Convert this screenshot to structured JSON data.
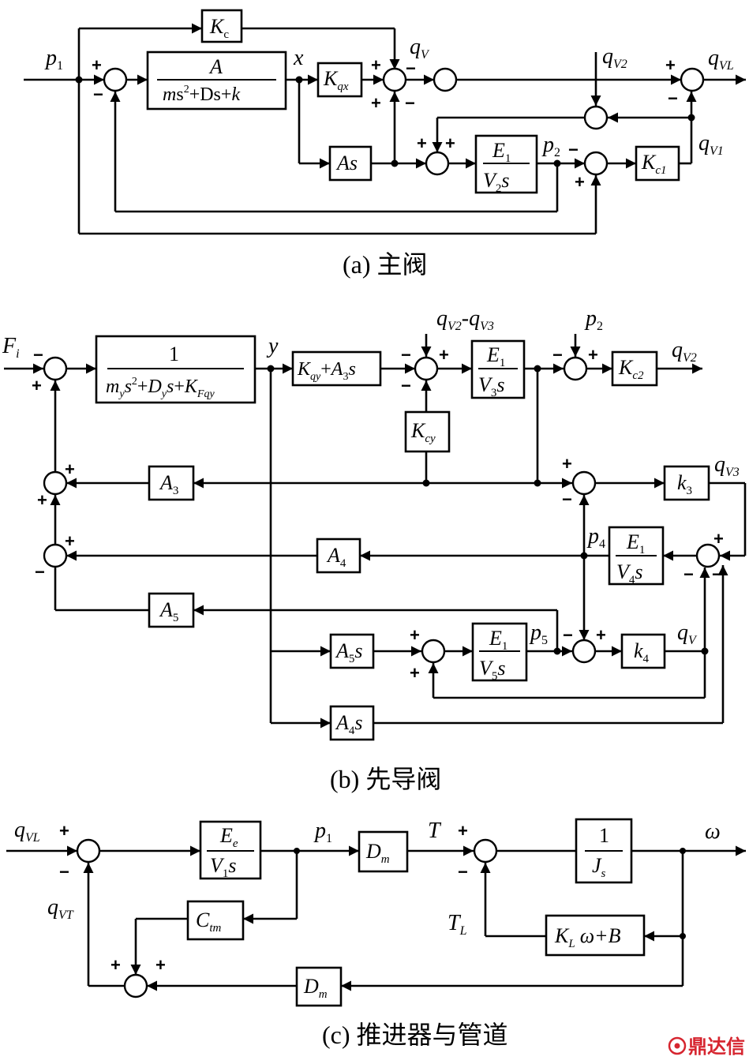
{
  "captions": {
    "a": "(a) 主阀",
    "b": "(b) 先导阀",
    "c": "(c) 推进器与管道"
  },
  "watermark": {
    "text": "鼎达信",
    "color": "#d6252f"
  },
  "diagram_a": {
    "signals": {
      "p1": {
        "base": "p",
        "sub": "1"
      },
      "x": {
        "base": "x"
      },
      "qV": {
        "base": "q",
        "sub": "V"
      },
      "qV2": {
        "base": "q",
        "sub": "V2"
      },
      "qVL": {
        "base": "q",
        "sub": "VL"
      },
      "qV1": {
        "base": "q",
        "sub": "V1"
      },
      "p2": {
        "base": "p",
        "sub": "2"
      }
    },
    "blocks": {
      "Kc": {
        "base": "K",
        "sub": "c"
      },
      "tf_num": "A",
      "Kqx": {
        "base": "K",
        "sub": "qx"
      },
      "As": "As",
      "E1": {
        "base": "E",
        "sub": "1"
      },
      "V2s": {
        "base": "V",
        "sub": "2",
        "tail": "s"
      },
      "Kc1": {
        "base": "K",
        "sub": "c1"
      }
    }
  },
  "diagram_b": {
    "signals": {
      "Fi": {
        "base": "F",
        "sub": "i"
      },
      "y": {
        "base": "y"
      },
      "qV2_qV3": "q_V2 - q_V3",
      "p2": {
        "base": "p",
        "sub": "2"
      },
      "qV2": {
        "base": "q",
        "sub": "V2"
      },
      "qV3": {
        "base": "q",
        "sub": "V3"
      },
      "p4": {
        "base": "p",
        "sub": "4"
      },
      "p5": {
        "base": "p",
        "sub": "5"
      },
      "qV": {
        "base": "q",
        "sub": "V"
      }
    },
    "blocks": {
      "tf_num": "1",
      "Kqy_A3s": "K_qy + A_3 s",
      "E1_V3s": "E_1 / V_3 s",
      "Kc2": {
        "base": "K",
        "sub": "c2"
      },
      "Kcy": {
        "base": "K",
        "sub": "cy"
      },
      "A3": {
        "base": "A",
        "sub": "3"
      },
      "k3": {
        "base": "k",
        "sub": "3"
      },
      "A4": {
        "base": "A",
        "sub": "4"
      },
      "E1_V4s": "E_1 / V_4 s",
      "A5": {
        "base": "A",
        "sub": "5"
      },
      "A5s": "A_5 s",
      "E1_V5s": "E_1 / V_5 s",
      "k4": {
        "base": "k",
        "sub": "4"
      },
      "A4s": "A_4 s"
    }
  },
  "diagram_c": {
    "signals": {
      "qVL": {
        "base": "q",
        "sub": "VL"
      },
      "qVT": {
        "base": "q",
        "sub": "VT"
      },
      "p1": {
        "base": "p",
        "sub": "1"
      },
      "T": "T",
      "omega": "ω",
      "TL": {
        "base": "T",
        "sub": "L"
      }
    },
    "blocks": {
      "Ee": {
        "base": "E",
        "sub": "e"
      },
      "V1s": {
        "base": "V",
        "sub": "1",
        "tail": "s"
      },
      "Dm": {
        "base": "D",
        "sub": "m"
      },
      "J_num": "1",
      "Js": {
        "base": "J",
        "sub": "s"
      },
      "Ctm": {
        "base": "C",
        "sub": "tm"
      },
      "KL": {
        "base": "K",
        "sub": "L",
        "tail": "ω+B"
      },
      "Dm2": {
        "base": "D",
        "sub": "m"
      }
    }
  }
}
